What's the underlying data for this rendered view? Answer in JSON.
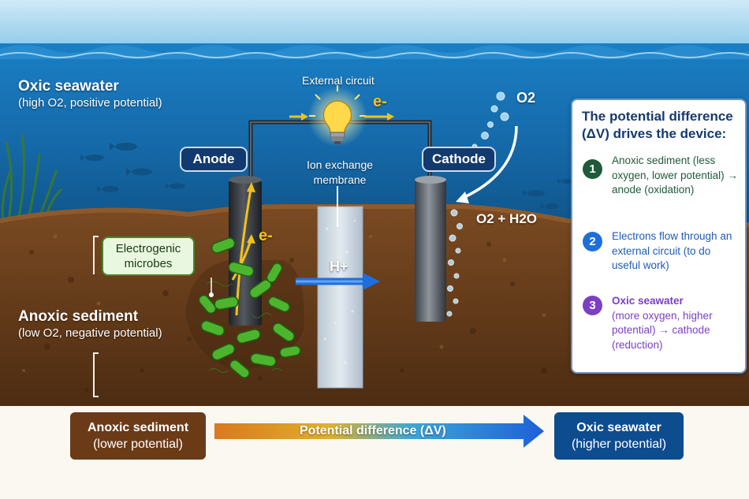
{
  "labels": {
    "oxic_title": "Oxic seawater",
    "oxic_sub": "(high O2, positive potential)",
    "anoxic_title": "Anoxic sediment",
    "anoxic_sub": "(low O2, negative potential)",
    "external_circuit": "External circuit",
    "electron": "e-",
    "anode": "Anode",
    "cathode": "Cathode",
    "membrane_line1": "Ion exchange",
    "membrane_line2": "membrane",
    "microbes_line1": "Electrogenic",
    "microbes_line2": "microbes",
    "proton": "H+",
    "oxygen": "O2",
    "reaction": "O2 + H2O"
  },
  "info_panel": {
    "title": "The potential difference (ΔV) drives the device:",
    "steps": [
      {
        "number": "1",
        "text": "Anoxic sediment (less oxygen, lower potential) → anode (oxidation)",
        "color": "#1f5a3a"
      },
      {
        "number": "2",
        "text": "Electrons flow through an external circuit (to do useful work)",
        "color": "#1e6fd9"
      },
      {
        "number": "3",
        "text_title": "Oxic seawater",
        "text": "(more oxygen, higher potential) → cathode (reduction)",
        "color": "#7b3fc4"
      }
    ]
  },
  "bottom": {
    "left_title": "Anoxic sediment",
    "left_sub": "(lower potential)",
    "arrow_label": "Potential difference (ΔV)",
    "right_title": "Oxic seawater",
    "right_sub": "(higher potential)",
    "left_color": "#6b3a17",
    "right_color": "#0d4c8f"
  }
}
